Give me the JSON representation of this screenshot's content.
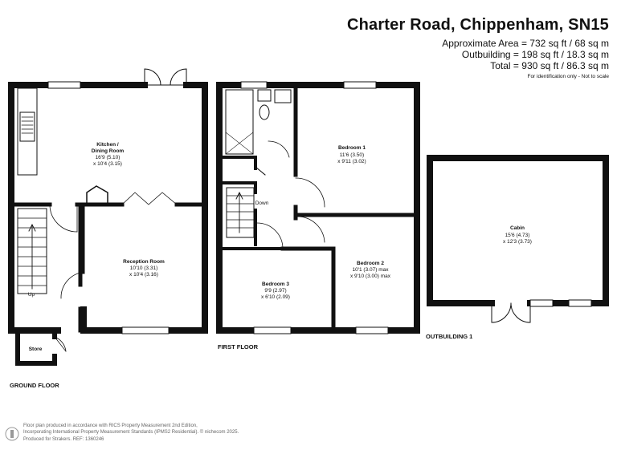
{
  "header": {
    "title": "Charter Road, Chippenham, SN15",
    "approx_area": "Approximate Area = 732 sq ft / 68 sq m",
    "outbuilding": "Outbuilding = 198 sq ft / 18.3 sq m",
    "total": "Total = 930 sq ft / 86.3 sq m",
    "note": "For identification only - Not to scale"
  },
  "rooms": {
    "kitchen": {
      "name1": "Kitchen /",
      "name2": "Dining Room",
      "dim1": "16'9 (5.10)",
      "dim2": "x 10'4 (3.15)"
    },
    "reception": {
      "name": "Reception Room",
      "dim1": "10'10 (3.31)",
      "dim2": "x 10'4 (3.16)"
    },
    "bedroom1": {
      "name": "Bedroom 1",
      "dim1": "11'6 (3.50)",
      "dim2": "x 9'11 (3.02)"
    },
    "bedroom2": {
      "name": "Bedroom 2",
      "dim1": "10'1 (3.07) max",
      "dim2": "x 9'10 (3.00) max"
    },
    "bedroom3": {
      "name": "Bedroom 3",
      "dim1": "9'9 (2.97)",
      "dim2": "x 6'10 (2.09)"
    },
    "cabin": {
      "name": "Cabin",
      "dim1": "15'6 (4.73)",
      "dim2": "x 12'3 (3.73)"
    },
    "store": {
      "name": "Store"
    }
  },
  "stairs": {
    "up": "Up",
    "down": "Down"
  },
  "floor_labels": {
    "ground": "GROUND FLOOR",
    "first": "FIRST FLOOR",
    "outbuilding": "OUTBUILDING 1"
  },
  "footer": {
    "line1": "Floor plan produced in accordance with RICS Property Measurement 2nd Edition,",
    "line2": "Incorporating International Property Measurement Standards (IPMS2 Residential).  © nichecom 2025.",
    "line3": "Produced for Strakers.   REF: 1360246"
  },
  "colors": {
    "wall": "#111111",
    "window": "#ffffff",
    "text": "#111111",
    "footer": "#666666"
  }
}
